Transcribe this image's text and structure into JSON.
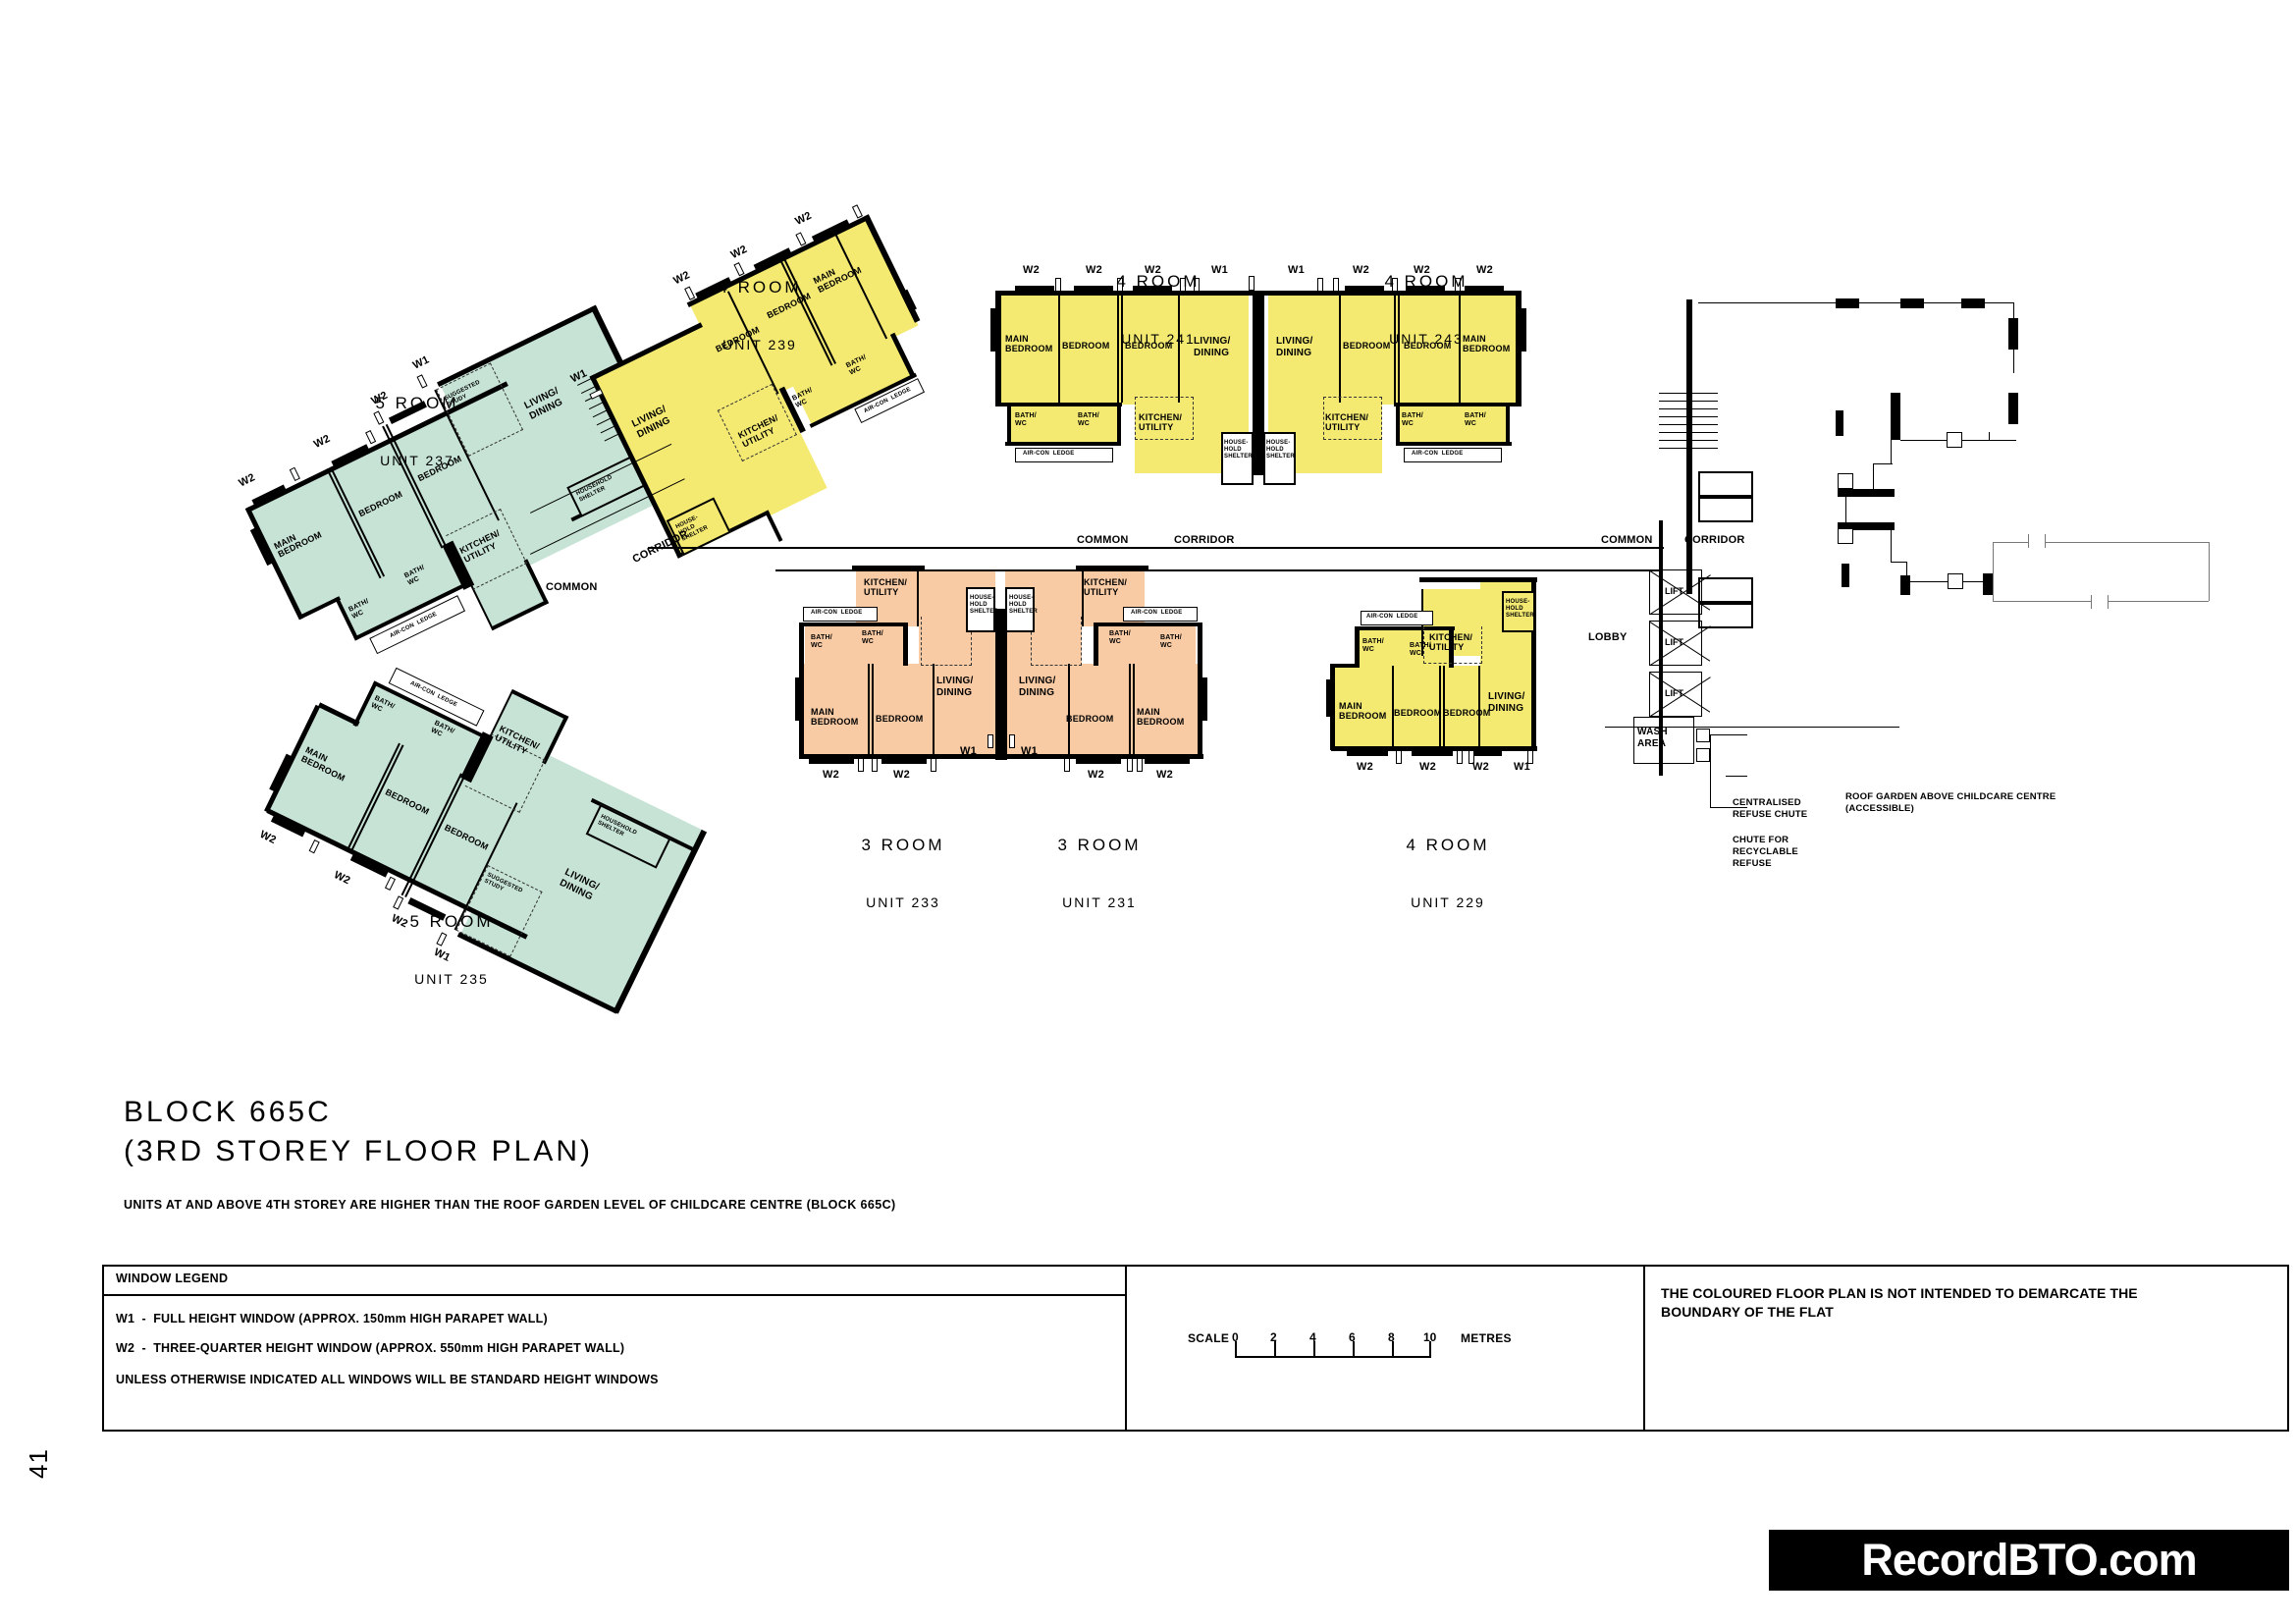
{
  "document": {
    "block_title_line1": "BLOCK 665C",
    "block_title_line2": "(3RD STOREY FLOOR PLAN)",
    "note": "UNITS AT AND ABOVE 4TH STOREY ARE HIGHER THAN THE ROOF GARDEN LEVEL OF CHILDCARE CENTRE (BLOCK 665C)",
    "page_number": "41",
    "watermark": "RecordBTO.com"
  },
  "legend": {
    "heading": "WINDOW LEGEND",
    "lines": [
      "W1  -  FULL HEIGHT WINDOW (APPROX. 150mm HIGH PARAPET WALL)",
      "W2  -  THREE-QUARTER HEIGHT WINDOW (APPROX. 550mm HIGH PARAPET WALL)",
      "UNLESS OTHERWISE INDICATED ALL WINDOWS WILL BE STANDARD HEIGHT WINDOWS"
    ]
  },
  "scale": {
    "label": "SCALE",
    "ticks": [
      "0",
      "2",
      "4",
      "6",
      "8",
      "10"
    ],
    "unit": "METRES"
  },
  "disclaimer": "THE COLOURED FLOOR PLAN IS NOT INTENDED TO DEMARCATE THE\nBOUNDARY OF THE FLAT",
  "colors": {
    "five_room": "#c6e3d5",
    "four_room": "#f4ea72",
    "three_room": "#f9cba4",
    "wall": "#000000",
    "background": "#ffffff"
  },
  "units": [
    {
      "id": "237",
      "type": "5 ROOM",
      "unit_label": "UNIT 237",
      "color": "#c6e3d5"
    },
    {
      "id": "235",
      "type": "5 ROOM",
      "unit_label": "UNIT 235",
      "color": "#c6e3d5"
    },
    {
      "id": "239",
      "type": "4 ROOM",
      "unit_label": "UNIT 239",
      "color": "#f4ea72"
    },
    {
      "id": "241",
      "type": "4 ROOM",
      "unit_label": "UNIT 241",
      "color": "#f4ea72"
    },
    {
      "id": "243",
      "type": "4 ROOM",
      "unit_label": "UNIT 243",
      "color": "#f4ea72"
    },
    {
      "id": "229",
      "type": "4 ROOM",
      "unit_label": "UNIT 229",
      "color": "#f4ea72"
    },
    {
      "id": "233",
      "type": "3 ROOM",
      "unit_label": "UNIT 233",
      "color": "#f9cba4"
    },
    {
      "id": "231",
      "type": "3 ROOM",
      "unit_label": "UNIT 231",
      "color": "#f9cba4"
    }
  ],
  "room_labels": {
    "main_bedroom": "MAIN\nBEDROOM",
    "bedroom": "BEDROOM",
    "living_dining": "LIVING/\nDINING",
    "kitchen_utility": "KITCHEN/\nUTILITY",
    "bath_wc": "BATH/\nWC",
    "household_shelter": "HOUSEHOLD\nSHELTER",
    "household_shelter_stacked": "HOUSE-\nHOLD\nSHELTER",
    "suggested_study": "SUGGESTED\nSTUDY",
    "aircon_ledge": "AIR-CON  LEDGE",
    "common": "COMMON",
    "corridor": "CORRIDOR",
    "lobby": "LOBBY",
    "lift": "LIFT",
    "wash_area": "WASH\nAREA"
  },
  "window_tags": {
    "w1": "W1",
    "w2": "W2"
  },
  "callouts": {
    "centralised_refuse_chute": "CENTRALISED\nREFUSE CHUTE",
    "chute_recyclable": "CHUTE FOR\nRECYCLABLE\nREFUSE",
    "roof_garden": "ROOF GARDEN ABOVE CHILDCARE CENTRE\n(ACCESSIBLE)"
  }
}
